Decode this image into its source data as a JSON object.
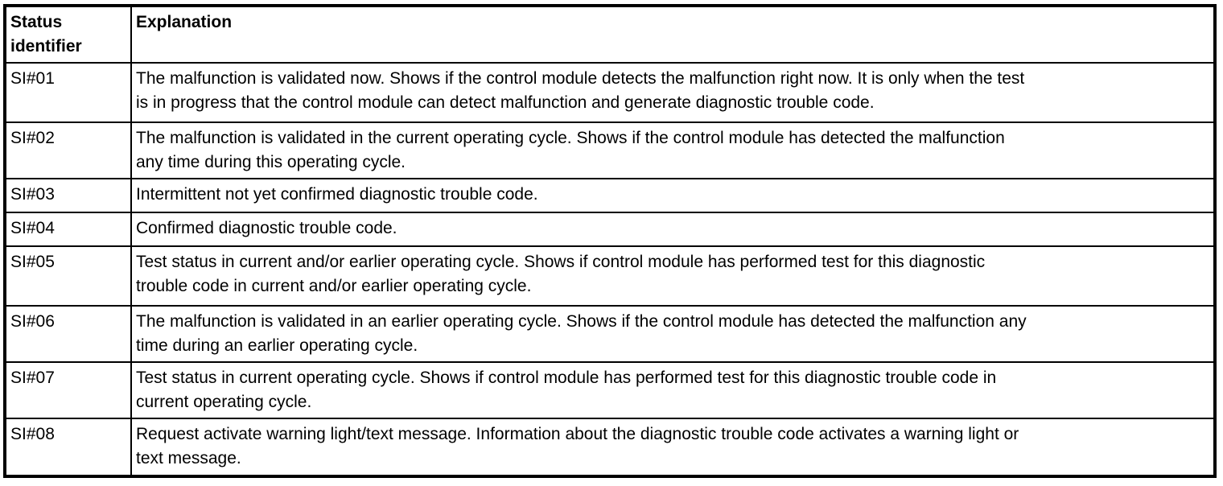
{
  "colors": {
    "border": "#000000",
    "text": "#000000",
    "background": "#ffffff"
  },
  "table": {
    "columns": [
      {
        "label": "Status\nidentifier"
      },
      {
        "label": "Explanation"
      }
    ],
    "rows": [
      {
        "id": "SI#01",
        "explanation": "The malfunction is validated now. Shows if the control module detects the malfunction right now. It is only when the test\nis in progress that the control module can detect malfunction and generate diagnostic trouble code."
      },
      {
        "id": "SI#02",
        "explanation": "The malfunction is validated in the current operating cycle. Shows if the control module has detected the malfunction\nany time during this operating cycle."
      },
      {
        "id": "SI#03",
        "explanation": "Intermittent not yet confirmed diagnostic trouble code."
      },
      {
        "id": "SI#04",
        "explanation": "Confirmed diagnostic trouble code."
      },
      {
        "id": "SI#05",
        "explanation": "Test status in current and/or earlier operating cycle. Shows if control module has performed test for this diagnostic\ntrouble code in current and/or earlier operating cycle."
      },
      {
        "id": "SI#06",
        "explanation": "The malfunction is validated in an earlier operating cycle. Shows if the control module has detected the malfunction any\ntime during an earlier operating cycle."
      },
      {
        "id": "SI#07",
        "explanation": "Test status in current operating cycle. Shows if control module has performed test for this diagnostic trouble code in\ncurrent operating cycle."
      },
      {
        "id": "SI#08",
        "explanation": "Request activate warning light/text message. Information about the diagnostic trouble code activates a warning light or\ntext message."
      }
    ]
  }
}
